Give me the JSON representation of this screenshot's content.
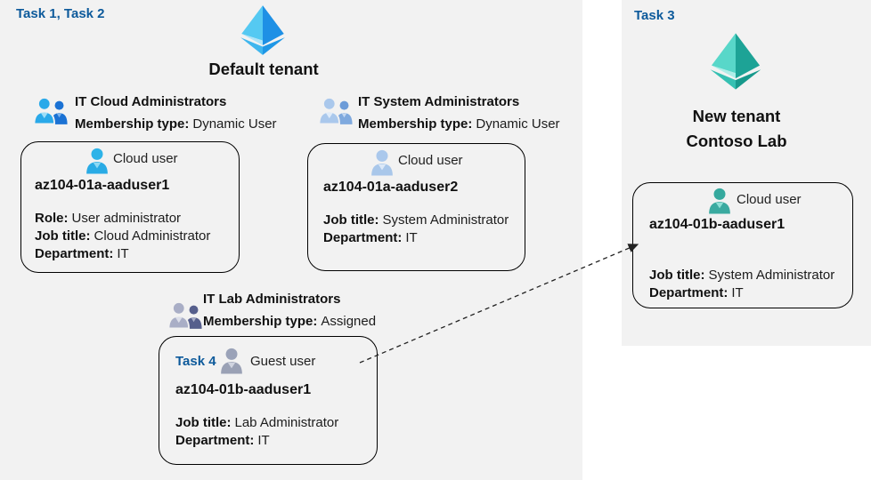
{
  "colors": {
    "panel_bg": "#f2f2f2",
    "task_label_blue": "#0d5a9b",
    "azure_ad_blue_light": "#55c9f2",
    "azure_ad_blue_dark": "#1e90e5",
    "azure_ad_teal_light": "#58d7c9",
    "azure_ad_teal_dark": "#1da396",
    "dashed_arrow": "#222222"
  },
  "left_panel": {
    "task_label": "Task 1, Task 2",
    "tenant_icon": "azure-ad-diamond-blue",
    "tenant_name": "Default tenant",
    "groups": [
      {
        "icon": "group-people-blue",
        "name": "IT Cloud Administrators",
        "membership_label": "Membership type:",
        "membership_value": "Dynamic User"
      },
      {
        "icon": "group-people-lightblue",
        "name": "IT System Administrators",
        "membership_label": "Membership type:",
        "membership_value": "Dynamic User"
      },
      {
        "icon": "group-people-gray",
        "name": "IT Lab Administrators",
        "membership_label": "Membership type:",
        "membership_value": "Assigned"
      }
    ],
    "cards": [
      {
        "icon": "person-blue",
        "user_type": "Cloud user",
        "username": "az104-01a-aaduser1",
        "fields": [
          {
            "label": "Role:",
            "value": "User administrator"
          },
          {
            "label": "Job title:",
            "value": "Cloud Administrator"
          },
          {
            "label": "Department:",
            "value": "IT"
          }
        ]
      },
      {
        "icon": "person-lightblue",
        "user_type": "Cloud user",
        "username": "az104-01a-aaduser2",
        "fields": [
          {
            "label": "Job title:",
            "value": "System Administrator"
          },
          {
            "label": "Department:",
            "value": "IT"
          }
        ]
      },
      {
        "task_label": "Task 4",
        "icon": "person-gray",
        "user_type": "Guest user",
        "username": "az104-01b-aaduser1",
        "fields": [
          {
            "label": "Job title:",
            "value": "Lab Administrator"
          },
          {
            "label": "Department:",
            "value": "IT"
          }
        ]
      }
    ]
  },
  "right_panel": {
    "task_label": "Task 3",
    "tenant_icon": "azure-ad-diamond-teal",
    "tenant_name_line1": "New tenant",
    "tenant_name_line2": "Contoso Lab",
    "card": {
      "icon": "person-teal",
      "user_type": "Cloud user",
      "username": "az104-01b-aaduser1",
      "fields": [
        {
          "label": "Job title:",
          "value": "System Administrator"
        },
        {
          "label": "Department:",
          "value": "IT"
        }
      ]
    }
  },
  "connector": {
    "type": "dashed-arrow",
    "from": "guest-user-card",
    "to": "new-tenant-cloud-user-card"
  }
}
